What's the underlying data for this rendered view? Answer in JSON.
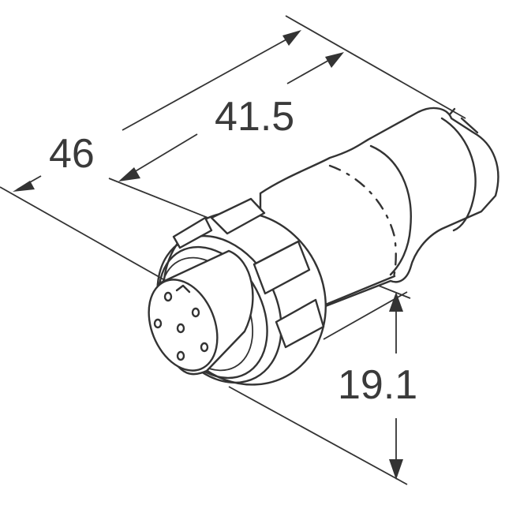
{
  "figure": {
    "type": "mechanical-dimension-drawing",
    "subject": "circular connector, right-angle plug, isometric view",
    "units": "mm"
  },
  "dimensions": {
    "overall_length": {
      "label": "46"
    },
    "body_length": {
      "label": "41.5"
    },
    "height": {
      "label": "19.1"
    }
  },
  "connector": {
    "face_pin_count": 6
  },
  "colors": {
    "line": "#333333",
    "background": "#ffffff"
  }
}
